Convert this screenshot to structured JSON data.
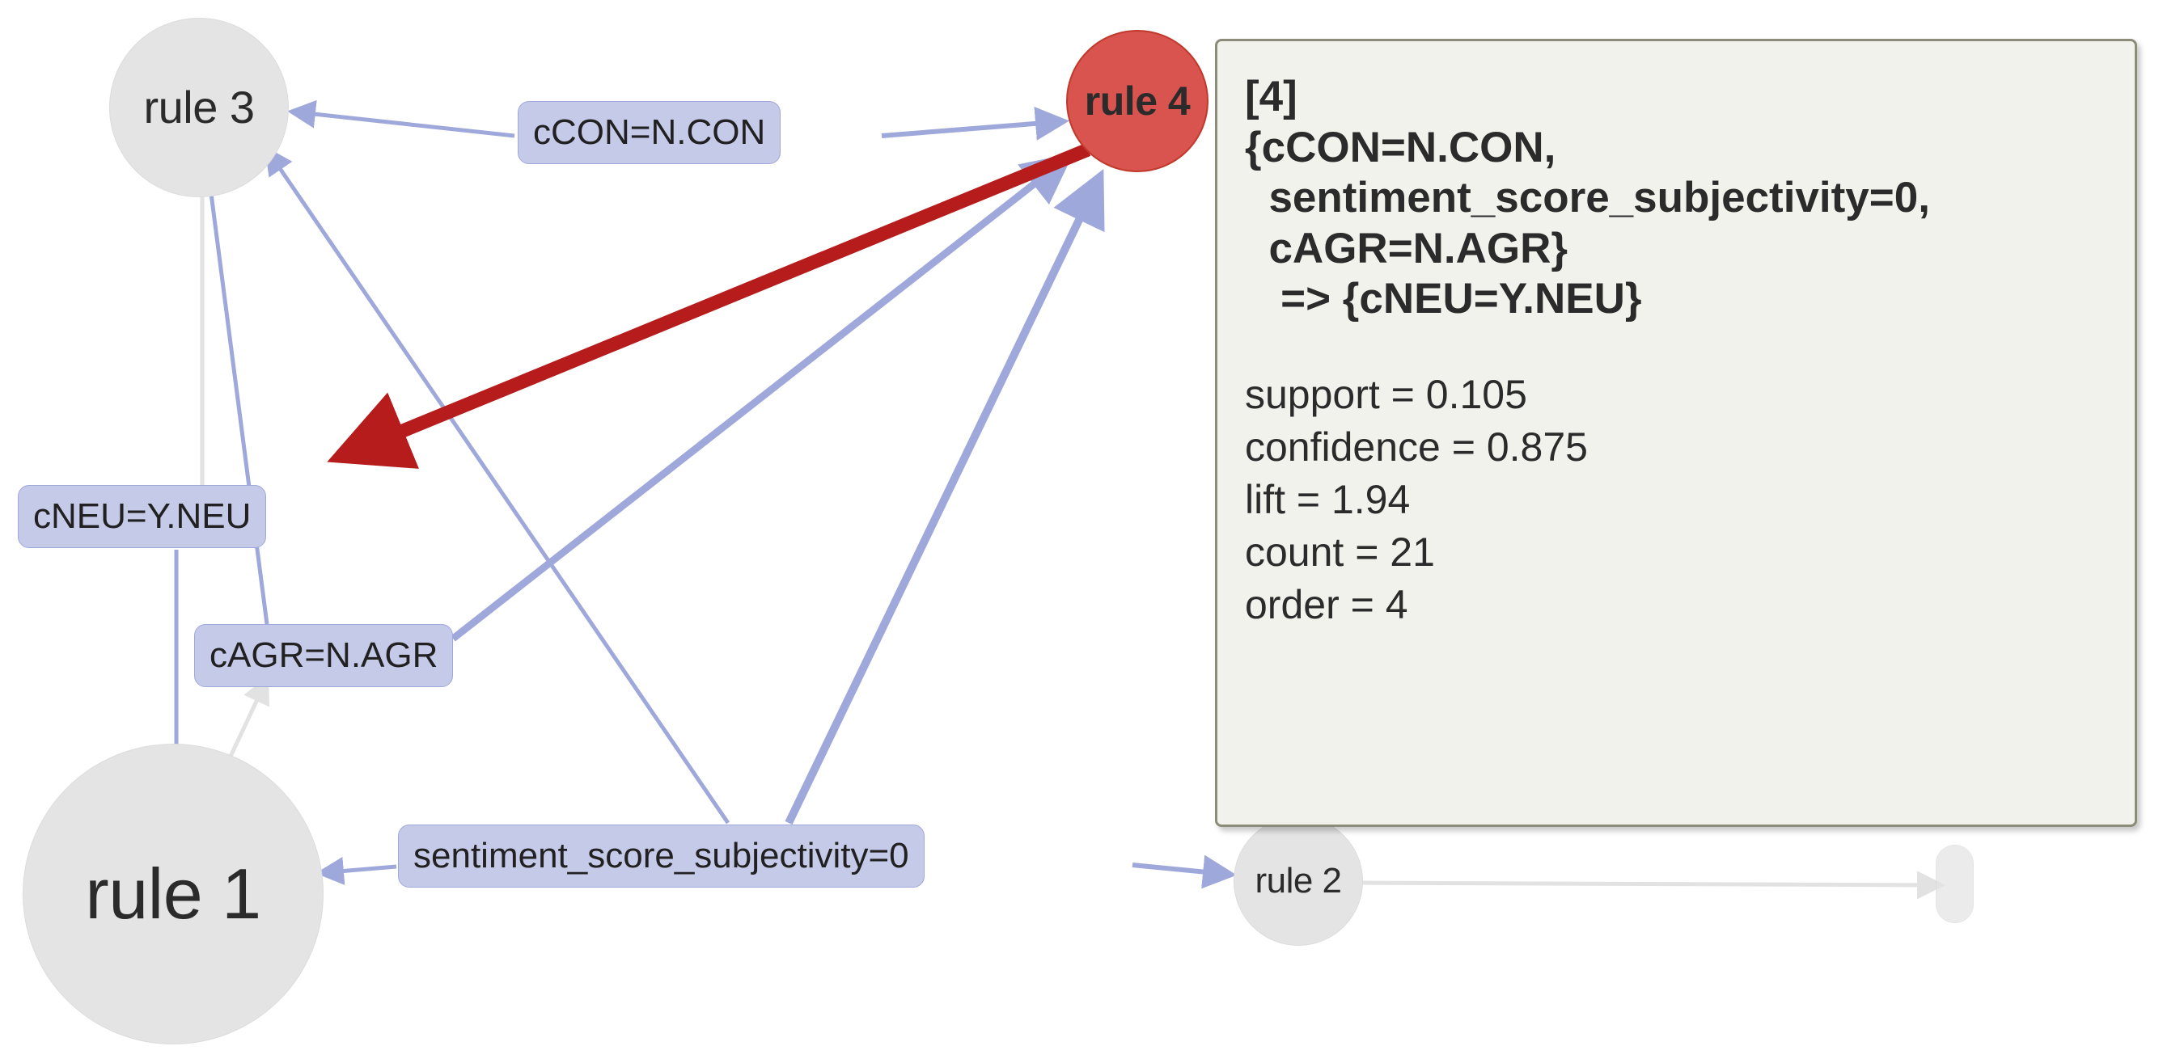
{
  "graph": {
    "type": "association-rules-network",
    "background": "#ffffff",
    "palette": {
      "node_fill": "#e4e4e4",
      "node_stroke": "#dcdcdc",
      "highlight_fill": "#d9534f",
      "highlight_stroke": "#c0392b",
      "item_fill": "#c5cae9",
      "item_stroke": "#9fa8da",
      "edge_color": "#9fa8da",
      "edge_highlight_color": "#b71c1c",
      "edge_faded_color": "#e0e0e0",
      "tooltip_bg": "#f2f2ec",
      "tooltip_border": "#8c8c7a",
      "text_color": "#2b2b2b"
    },
    "rule_nodes": [
      {
        "id": "rule1",
        "label": "rule 1",
        "state": "normal"
      },
      {
        "id": "rule2",
        "label": "rule 2",
        "state": "normal"
      },
      {
        "id": "rule3",
        "label": "rule 3",
        "state": "normal"
      },
      {
        "id": "rule4",
        "label": "rule 4",
        "state": "selected"
      }
    ],
    "item_nodes": [
      {
        "id": "ccon",
        "label": "cCON=N.CON"
      },
      {
        "id": "cneu",
        "label": "cNEU=Y.NEU"
      },
      {
        "id": "cagr",
        "label": "cAGR=N.AGR"
      },
      {
        "id": "sss",
        "label": "sentiment_score_subjectivity=0"
      }
    ],
    "edges": [
      {
        "from": "ccon",
        "to": "rule3",
        "style": "normal"
      },
      {
        "from": "ccon",
        "to": "rule4",
        "style": "normal"
      },
      {
        "from": "cagr",
        "to": "rule3",
        "style": "normal"
      },
      {
        "from": "cagr",
        "to": "rule4",
        "style": "normal"
      },
      {
        "from": "sss",
        "to": "rule3",
        "style": "normal"
      },
      {
        "from": "sss",
        "to": "rule4",
        "style": "normal"
      },
      {
        "from": "sss",
        "to": "rule1",
        "style": "normal"
      },
      {
        "from": "sss",
        "to": "rule2",
        "style": "normal"
      },
      {
        "from": "rule4",
        "to": "cneu",
        "style": "highlight"
      },
      {
        "from": "cneu",
        "to": "rule1",
        "style": "normal"
      },
      {
        "from": "cneu",
        "to": "rule3",
        "style": "faded"
      },
      {
        "from": "rule1",
        "to": "cagr",
        "style": "faded"
      },
      {
        "from": "rule2",
        "to": "faded",
        "style": "faded"
      }
    ]
  },
  "tooltip": {
    "index": "[4]",
    "rule_lines": [
      "{cCON=N.CON,",
      "  sentiment_score_subjectivity=0,",
      "  cAGR=N.AGR}",
      "   => {cNEU=Y.NEU}"
    ],
    "rule_text": "[4]\n{cCON=N.CON,\n  sentiment_score_subjectivity=0,\n  cAGR=N.AGR}\n   => {cNEU=Y.NEU}",
    "stats": [
      {
        "key": "support",
        "label": "support = 0.105",
        "value": "0.105"
      },
      {
        "key": "confidence",
        "label": "confidence = 0.875",
        "value": "0.875"
      },
      {
        "key": "lift",
        "label": "lift = 1.94",
        "value": "1.94"
      },
      {
        "key": "count",
        "label": "count = 21",
        "value": "21"
      },
      {
        "key": "order",
        "label": "order = 4",
        "value": "4"
      }
    ]
  }
}
